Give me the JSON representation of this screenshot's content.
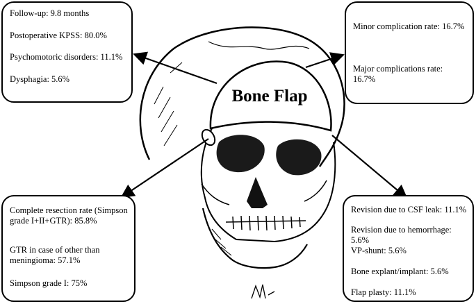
{
  "center_label": "Bone Flap",
  "top_left": {
    "items": [
      "Follow-up: 9.8 months",
      "Postoperative KPSS: 80.0%",
      "Psychomotoric disorders: 11.1%",
      "Dysphagia: 5.6%"
    ]
  },
  "top_right": {
    "items": [
      "Minor complication rate: 16.7%",
      "Major complications rate: 16.7%"
    ]
  },
  "bottom_left": {
    "items": [
      "Complete resection rate (Simpson grade I+II+GTR): 85.8%",
      "GTR in case of other than meningioma: 57.1%",
      "Simpson grade I: 75%"
    ]
  },
  "bottom_right": {
    "items": [
      "Revision due to CSF leak: 11.1%",
      "Revision due to hemorrhage: 5.6%",
      "VP-shunt: 5.6%",
      "Bone explant/implant: 5.6%",
      "Flap plasty: 11.1%"
    ]
  },
  "colors": {
    "line": "#000000",
    "background": "#ffffff"
  },
  "icons": [
    "skull-illustration",
    "signature"
  ]
}
